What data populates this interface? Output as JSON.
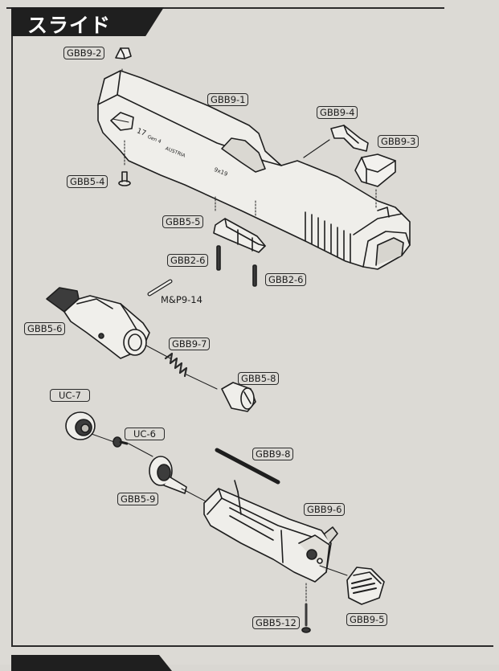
{
  "section_title": "スライド",
  "parts": {
    "gbb9_2": "GBB9-2",
    "gbb9_1": "GBB9-1",
    "gbb9_4": "GBB9-4",
    "gbb9_3": "GBB9-3",
    "gbb5_4": "GBB5-4",
    "gbb5_5": "GBB5-5",
    "gbb2_6_a": "GBB2-6",
    "gbb2_6_b": "GBB2-6",
    "mp9_14": "M&P9-14",
    "gbb5_6": "GBB5-6",
    "gbb9_7": "GBB9-7",
    "gbb5_8": "GBB5-8",
    "uc_7": "UC-7",
    "uc_6": "UC-6",
    "gbb9_8": "GBB9-8",
    "gbb5_9": "GBB5-9",
    "gbb9_6": "GBB9-6",
    "gbb5_12": "GBB5-12",
    "gbb9_5": "GBB9-5"
  },
  "slide_markings": {
    "model": "17",
    "gen": "Gen 4",
    "country": "AUSTRIA",
    "caliber": "9x19"
  }
}
